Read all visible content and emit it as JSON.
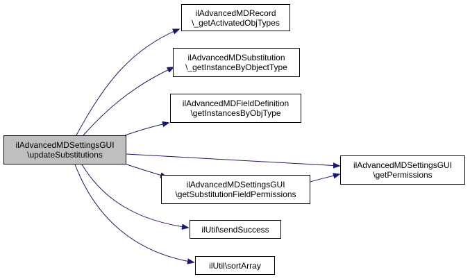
{
  "diagram": {
    "root": {
      "line1": "ilAdvancedMDSettingsGUI",
      "line2": "\\updateSubstitutions"
    },
    "nodes": {
      "record": {
        "line1": "ilAdvancedMDRecord",
        "line2": "\\_getActivatedObjTypes"
      },
      "substitution": {
        "line1": "ilAdvancedMDSubstitution",
        "line2": "\\_getInstanceByObjectType"
      },
      "fielddef": {
        "line1": "ilAdvancedMDFieldDefinition",
        "line2": "\\getInstancesByObjType"
      },
      "subfieldperm": {
        "line1": "ilAdvancedMDSettingsGUI",
        "line2": "\\getSubstitutionFieldPermissions"
      },
      "sendsuccess": {
        "line1": "ilUtil\\sendSuccess"
      },
      "sortarray": {
        "line1": "ilUtil\\sortArray"
      },
      "getperm": {
        "line1": "ilAdvancedMDSettingsGUI",
        "line2": "\\getPermissions"
      }
    },
    "colors": {
      "edge": "#191970",
      "root_fill": "#bfbfbf",
      "node_fill": "#ffffff",
      "border": "#000000"
    }
  }
}
